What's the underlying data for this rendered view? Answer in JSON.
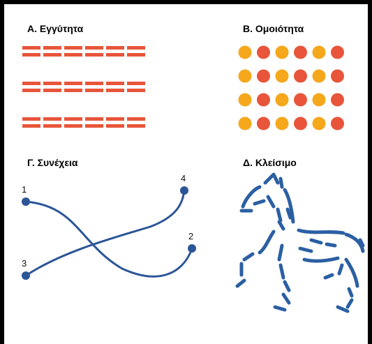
{
  "panels": {
    "proximity": {
      "title": "Α. Εγγύτητα"
    },
    "similarity": {
      "title": "Β. Ομοιότητα"
    },
    "continuity": {
      "title": "Γ. Συνέχεια",
      "labels": [
        "1",
        "2",
        "3",
        "4"
      ]
    },
    "closure": {
      "title": "Δ. Κλείσιμο"
    }
  },
  "colors": {
    "dash": "#e8553a",
    "orange_dot": "#f5a81c",
    "red_dot": "#e8553a",
    "curve": "#2b5597",
    "horse": "#2b5fa3"
  }
}
